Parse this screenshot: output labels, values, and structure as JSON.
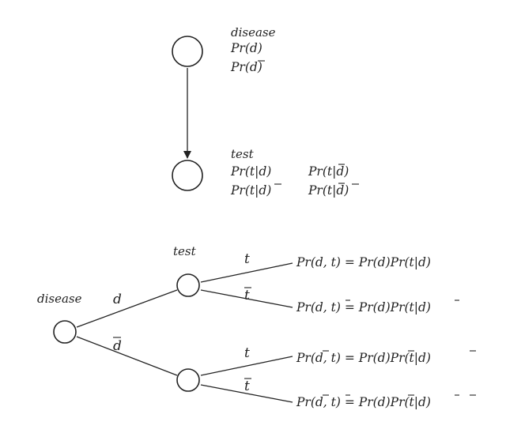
{
  "network": {
    "disease": {
      "label": "disease",
      "probs": [
        "Pr(d)",
        "Pr(d)"
      ]
    },
    "test": {
      "label": "test",
      "probs": [
        [
          "Pr(t|d)",
          "Pr(t|d)"
        ],
        [
          "Pr(t|d)",
          "Pr(t|d)"
        ]
      ]
    }
  },
  "tree": {
    "root_label": "disease",
    "test_label": "test",
    "branches": {
      "d": "d",
      "not_d": "d",
      "t_upper": "t",
      "not_t_upper": "t",
      "t_lower": "t",
      "not_t_lower": "t"
    },
    "leaves": [
      "Pr(d, t) = Pr(d)Pr(t|d)",
      "Pr(d, t) = Pr(d)Pr(t|d)",
      "Pr(d, t) = Pr(d)Pr(t|d)",
      "Pr(d, t) = Pr(d)Pr(t|d)"
    ]
  }
}
